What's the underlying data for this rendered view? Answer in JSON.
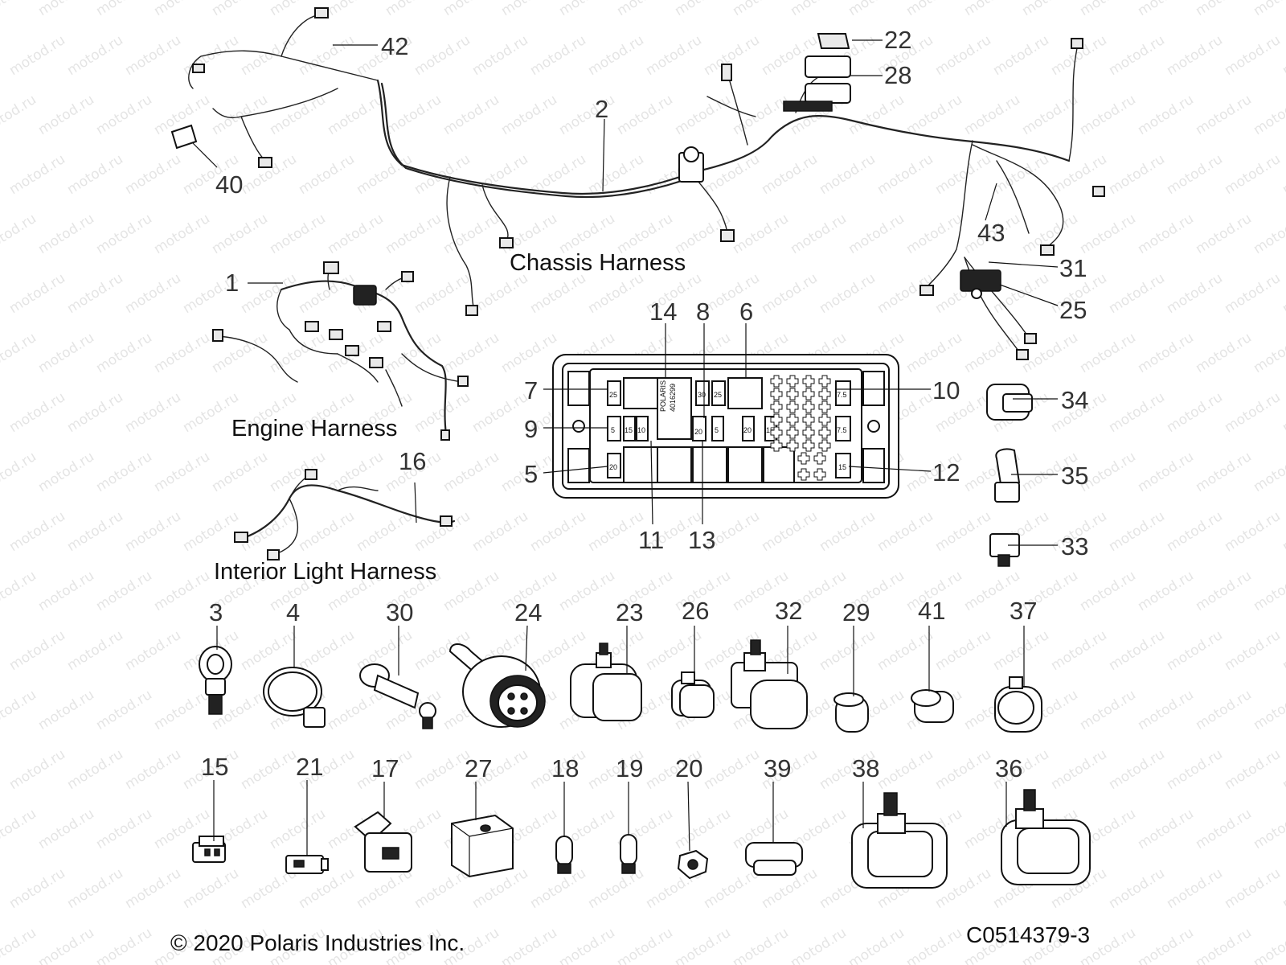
{
  "watermark": "motod.ru",
  "sections": {
    "chassis": "Chassis Harness",
    "engine": "Engine Harness",
    "interior": "Interior Light Harness"
  },
  "callouts": {
    "c1": "1",
    "c2": "2",
    "c3": "3",
    "c4": "4",
    "c5": "5",
    "c6": "6",
    "c7": "7",
    "c8": "8",
    "c9": "9",
    "c10": "10",
    "c11": "11",
    "c12": "12",
    "c13": "13",
    "c14": "14",
    "c15": "15",
    "c16": "16",
    "c17": "17",
    "c18": "18",
    "c19": "19",
    "c20": "20",
    "c21": "21",
    "c22": "22",
    "c23": "23",
    "c24": "24",
    "c25": "25",
    "c26": "26",
    "c27": "27",
    "c28": "28",
    "c29": "29",
    "c30": "30",
    "c31": "31",
    "c32": "32",
    "c33": "33",
    "c34": "34",
    "c35": "35",
    "c36": "36",
    "c37": "37",
    "c38": "38",
    "c39": "39",
    "c40": "40",
    "c41": "41",
    "c42": "42",
    "c43": "43"
  },
  "fusebox": {
    "label_line1": "POLARIS",
    "label_line2": "4016299",
    "fuses": {
      "f1": "25",
      "f2": "30",
      "f3": "25",
      "f4": "7.5",
      "f5": "5",
      "f6": "15",
      "f7": "10",
      "f8": "20",
      "f9": "5",
      "f10": "20",
      "f11": "15",
      "f12": "7.5",
      "f13": "20",
      "f14": "15"
    }
  },
  "footer": {
    "copyright": "© 2020 Polaris Industries Inc.",
    "code": "C0514379-3"
  }
}
